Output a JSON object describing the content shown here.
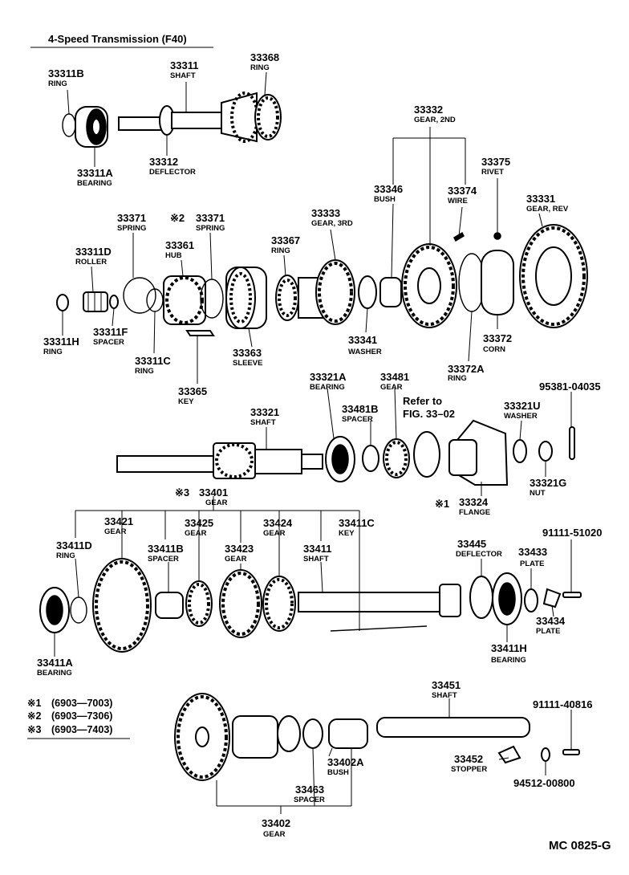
{
  "title": "4-Speed Transmission (F40)",
  "diagram_code": "MC 0825-G",
  "refer_note": {
    "line1": "Refer to",
    "line2": "FIG. 33–02"
  },
  "notes": [
    {
      "mark": "※1",
      "text": "(6903—7003)"
    },
    {
      "mark": "※2",
      "text": "(6903—7306)"
    },
    {
      "mark": "※3",
      "text": "(6903—7403)"
    }
  ],
  "parts": [
    {
      "no": "33311B",
      "name": "RING"
    },
    {
      "no": "33311",
      "name": "SHAFT"
    },
    {
      "no": "33368",
      "name": "RING"
    },
    {
      "no": "33311A",
      "name": "BEARING"
    },
    {
      "no": "33312",
      "name": "DEFLECTOR"
    },
    {
      "no": "33332",
      "name": "GEAR, 2ND"
    },
    {
      "no": "33375",
      "name": "RIVET"
    },
    {
      "no": "33346",
      "name": "BUSH"
    },
    {
      "no": "33374",
      "name": "WIRE"
    },
    {
      "no": "33331",
      "name": "GEAR, REV"
    },
    {
      "no": "33371",
      "name": "SPRING"
    },
    {
      "no": "33371",
      "name": "SPRING",
      "mark": "※2"
    },
    {
      "no": "33333",
      "name": "GEAR, 3RD"
    },
    {
      "no": "33367",
      "name": "RING"
    },
    {
      "no": "33361",
      "name": "HUB"
    },
    {
      "no": "33311D",
      "name": "ROLLER"
    },
    {
      "no": "33311H",
      "name": "RING"
    },
    {
      "no": "33311F",
      "name": "SPACER"
    },
    {
      "no": "33311C",
      "name": "RING"
    },
    {
      "no": "33363",
      "name": "SLEEVE"
    },
    {
      "no": "33341",
      "name": "WASHER"
    },
    {
      "no": "33372",
      "name": "CORN"
    },
    {
      "no": "33372A",
      "name": "RING"
    },
    {
      "no": "33365",
      "name": "KEY"
    },
    {
      "no": "33321A",
      "name": "BEARING"
    },
    {
      "no": "33481",
      "name": "GEAR"
    },
    {
      "no": "33481B",
      "name": "SPACER"
    },
    {
      "no": "33321U",
      "name": "WASHER"
    },
    {
      "no": "95381-04035",
      "name": ""
    },
    {
      "no": "33321",
      "name": "SHAFT"
    },
    {
      "no": "33321G",
      "name": "NUT"
    },
    {
      "no": "33324",
      "name": "FLANGE",
      "mark": "※1"
    },
    {
      "no": "33401",
      "name": "GEAR",
      "mark": "※3"
    },
    {
      "no": "33421",
      "name": "GEAR"
    },
    {
      "no": "33425",
      "name": "GEAR"
    },
    {
      "no": "33424",
      "name": "GEAR"
    },
    {
      "no": "33411C",
      "name": "KEY"
    },
    {
      "no": "33411D",
      "name": "RING"
    },
    {
      "no": "33411B",
      "name": "SPACER"
    },
    {
      "no": "33423",
      "name": "GEAR"
    },
    {
      "no": "33411",
      "name": "SHAFT"
    },
    {
      "no": "33445",
      "name": "DEFLECTOR"
    },
    {
      "no": "33433",
      "name": "PLATE"
    },
    {
      "no": "91111-51020",
      "name": ""
    },
    {
      "no": "33434",
      "name": "PLATE"
    },
    {
      "no": "33411A",
      "name": "BEARING"
    },
    {
      "no": "33411H",
      "name": "BEARING"
    },
    {
      "no": "33451",
      "name": "SHAFT"
    },
    {
      "no": "91111-40816",
      "name": ""
    },
    {
      "no": "33452",
      "name": "STOPPER"
    },
    {
      "no": "33402A",
      "name": "BUSH"
    },
    {
      "no": "94512-00800",
      "name": ""
    },
    {
      "no": "33463",
      "name": "SPACER"
    },
    {
      "no": "33402",
      "name": "GEAR"
    }
  ]
}
